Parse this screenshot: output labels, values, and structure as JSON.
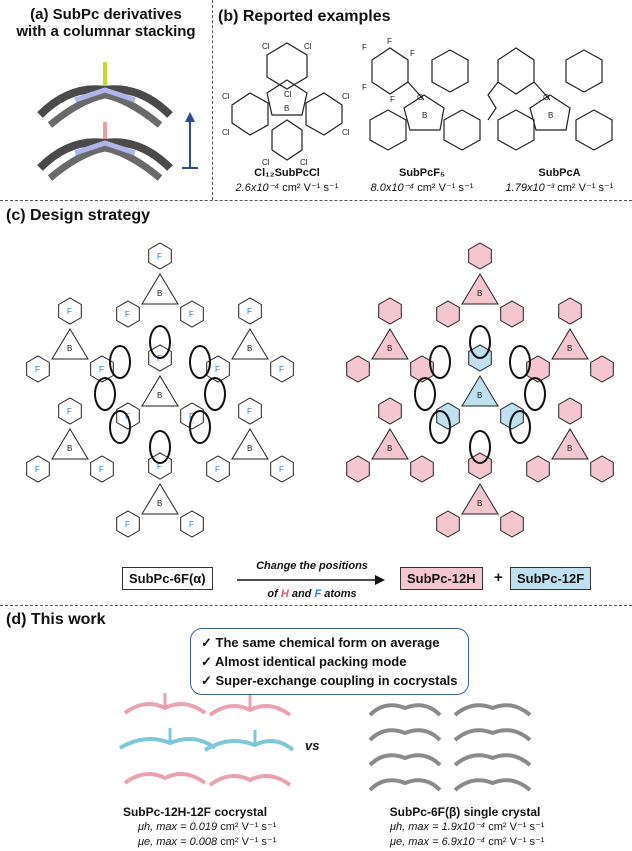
{
  "panel_a": {
    "title_line1": "(a)  SubPc derivatives",
    "title_line2": "with a columnar stacking"
  },
  "panel_b": {
    "title": "(b) Reported examples",
    "compounds": [
      {
        "name": "Cl₁₂SubPcCl",
        "mobility_value": "2.6x10⁻⁴",
        "mobility_unit": "cm² V⁻¹ s⁻¹"
      },
      {
        "name": "SubPcF₅",
        "mobility_value": "8.0x10⁻⁴",
        "mobility_unit": "cm² V⁻¹ s⁻¹"
      },
      {
        "name": "SubPcA",
        "mobility_value": "1.79x10⁻³",
        "mobility_unit": "cm² V⁻¹ s⁻¹"
      }
    ]
  },
  "panel_c": {
    "title": "(c) Design strategy",
    "left_label": "SubPc-6F(α)",
    "arrow_line1": "Change the positions",
    "arrow_line2_pre": "of ",
    "arrow_h": "H",
    "arrow_mid": " and ",
    "arrow_f": "F",
    "arrow_post": " atoms",
    "right_label_1": "SubPc-12H",
    "plus": "+",
    "right_label_2": "SubPc-12F"
  },
  "panel_d": {
    "title": "(d) This work",
    "checklist": [
      "✓ The same chemical form on average",
      "✓ Almost identical packing mode",
      "✓ Super-exchange coupling in cocrystals"
    ],
    "vs": "vs",
    "left_name": "SubPc-12H-12F cocrystal",
    "left_mu_h_label": "μh, max",
    "left_mu_h_value": "= 0.019",
    "left_mu_e_label": "μe, max",
    "left_mu_e_value": "= 0.008",
    "right_name": "SubPc-6F(β) single crystal",
    "right_mu_h_label": "μh, max",
    "right_mu_h_value": "= 1.9x10⁻⁴",
    "right_mu_e_label": "μe, max",
    "right_mu_e_value": "= 6.9x10⁻⁴",
    "unit": "cm² V⁻¹ s⁻¹"
  },
  "colors": {
    "pink_fill": "#f4c6cf",
    "blue_fill": "#bfe0ee",
    "h_pink": "#e0607a",
    "f_blue": "#2b7fd0",
    "bond": "#222222"
  }
}
